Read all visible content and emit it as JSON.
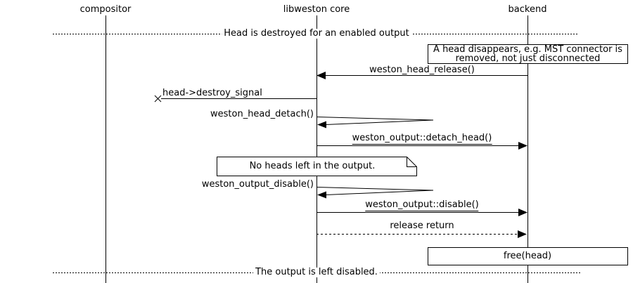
{
  "colors": {
    "line": "#000000",
    "background": "#ffffff"
  },
  "participants": [
    {
      "label": "compositor"
    },
    {
      "label": "libweston core"
    },
    {
      "label": "backend"
    }
  ],
  "dividers": [
    {
      "label": "Head is destroyed for an enabled output"
    },
    {
      "label": "The output is left disabled."
    }
  ],
  "notes": [
    {
      "lines": [
        "A head disappears, e.g. MST connector is",
        "removed, not just disconnected"
      ]
    },
    {
      "lines": [
        "No heads left in the output."
      ]
    }
  ],
  "messages": [
    {
      "label": "weston_head_release()",
      "from": "backend",
      "to": "libweston core",
      "line": "solid"
    },
    {
      "label": "head->destroy_signal",
      "from": "libweston core",
      "to": "lost",
      "line": "solid"
    },
    {
      "label": "weston_head_detach()",
      "from": "libweston core",
      "to": "libweston core",
      "line": "self"
    },
    {
      "label": "weston_output::detach_head()",
      "from": "libweston core",
      "to": "backend",
      "line": "solid"
    },
    {
      "label": "weston_output_disable()",
      "from": "libweston core",
      "to": "libweston core",
      "line": "self"
    },
    {
      "label": "weston_output::disable()",
      "from": "libweston core",
      "to": "backend",
      "line": "solid"
    },
    {
      "label": "release return",
      "from": "libweston core",
      "to": "backend",
      "line": "dotted"
    },
    {
      "label": "free(head)",
      "type": "action-box",
      "on": "backend"
    }
  ]
}
